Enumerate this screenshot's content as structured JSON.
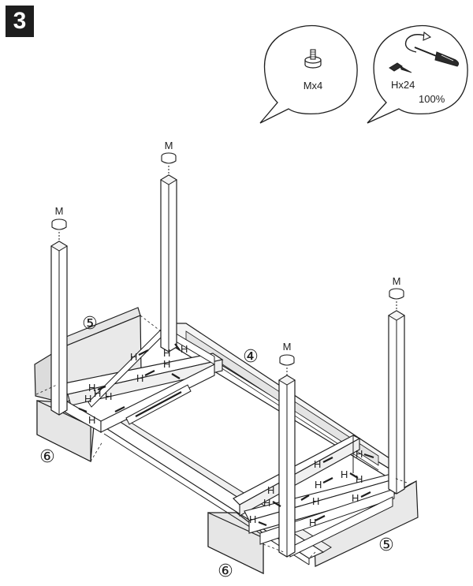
{
  "step": {
    "number": "3"
  },
  "callouts": {
    "foot": {
      "icon": "adjustable-foot-icon",
      "label": "Mx4"
    },
    "screw": {
      "icon": "screw-icon",
      "tool": "screwdriver-icon",
      "rotation": "clockwise-arrow-icon",
      "label": "Hx24",
      "percent": "100%"
    }
  },
  "parts": {
    "foot_marker": "M",
    "screw_marker": "H",
    "rail_side": "④",
    "panel_back": "⑤",
    "panel_front": "⑥"
  },
  "colors": {
    "outline": "#1e1e1e",
    "panel_fill": "#e9e9e9",
    "leg_fill": "#ffffff"
  }
}
